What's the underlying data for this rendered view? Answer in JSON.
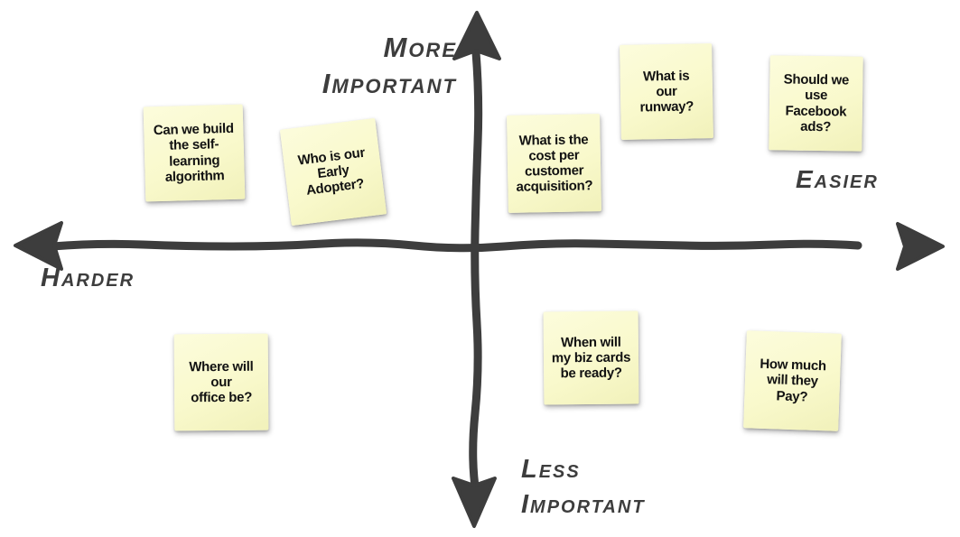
{
  "board": {
    "type": "priority-matrix",
    "background_color": "#ffffff",
    "axis_color": "#3d3d3d",
    "note_background_color": "#f9f9cc",
    "note_text_color": "#121212"
  },
  "axes": {
    "top_label": "More\nImportant",
    "bottom_label": "Less\nImportant",
    "left_label": "Harder",
    "right_label": "Easier"
  },
  "notes": [
    {
      "id": "self-learning-algorithm",
      "quadrant": "harder-more-important",
      "text": "Can we build\nthe self-\nlearning\nalgorithm"
    },
    {
      "id": "early-adopter",
      "quadrant": "harder-more-important",
      "text": "Who is our\nEarly\nAdopter?"
    },
    {
      "id": "customer-acquisition-cost",
      "quadrant": "easier-more-important",
      "text": "What is the\ncost per\ncustomer\nacquisition?"
    },
    {
      "id": "runway",
      "quadrant": "easier-more-important",
      "text": "What is\nour\nrunway?"
    },
    {
      "id": "facebook-ads",
      "quadrant": "easier-more-important",
      "text": "Should we\nuse Facebook\nads?"
    },
    {
      "id": "office-location",
      "quadrant": "harder-less-important",
      "text": "Where will\nour\noffice be?"
    },
    {
      "id": "biz-cards",
      "quadrant": "easier-less-important",
      "text": "When will\nmy biz cards\nbe ready?"
    },
    {
      "id": "willingness-to-pay",
      "quadrant": "easier-less-important",
      "text": "How much\nwill they\nPay?"
    }
  ]
}
